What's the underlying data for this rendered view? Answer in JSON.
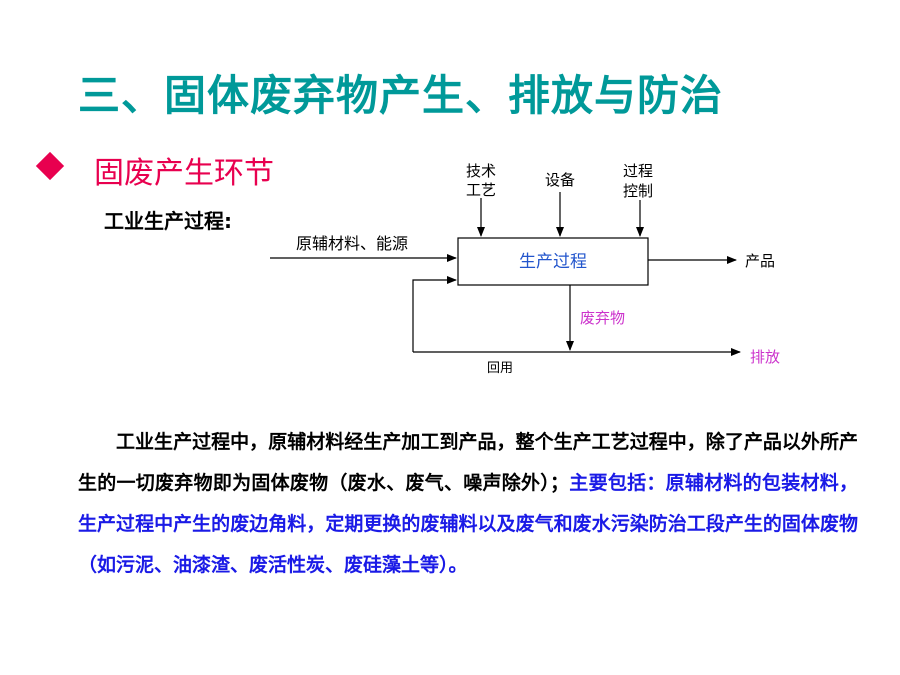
{
  "title": "三、固体废弃物产生、排放与防治",
  "section": "固废产生环节",
  "subhead": "工业生产过程:",
  "diagram": {
    "input_label": "原辅材料、能源",
    "process_label": "生产过程",
    "product_label": "产品",
    "waste_label": "废弃物",
    "discharge_label": "排放",
    "reuse_label": "回用",
    "tech_label_1": "技术",
    "tech_label_2": "工艺",
    "equipment_label": "设备",
    "control_label_1": "过程",
    "control_label_2": "控制"
  },
  "paragraph": {
    "black": "工业生产过程中，原辅材料经生产加工到产品，整个生产工艺过程中，除了产品以外所产生的一切废弃物即为固体废物（废水、废气、噪声除外）；",
    "blue": "主要包括：原辅材料的包装材料，生产过程中产生的废边角料，定期更换的废辅料以及废气和废水污染防治工段产生的固体废物（如污泥、油漆渣、废活性炭、废硅藻土等）。"
  },
  "colors": {
    "title": "#009999",
    "accent": "#e8004f",
    "process_text": "#2255cc",
    "waste_text": "#cc33cc",
    "paragraph_blue": "#1a1ae6"
  }
}
